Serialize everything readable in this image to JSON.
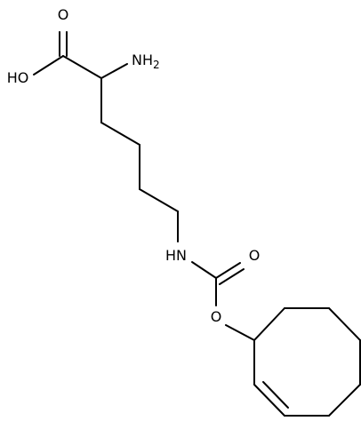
{
  "atom_labels": {
    "o_carbonyl_acid": "O",
    "hydroxyl": "HO",
    "amine": "NH",
    "amine_subscript": "2",
    "carbamate_nh": "HN",
    "o_carbonyl_carbamate": "O",
    "o_ester": "O"
  },
  "colors": {
    "bond": "#000000",
    "text": "#000000",
    "background": "#ffffff"
  }
}
